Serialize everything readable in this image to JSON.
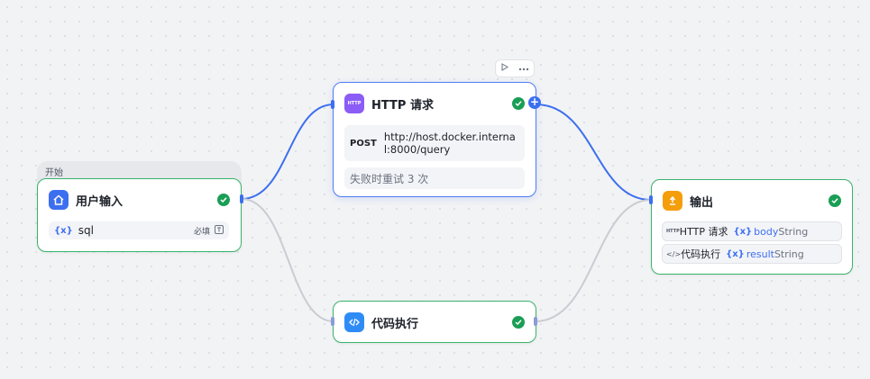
{
  "start_group": {
    "label": "开始"
  },
  "nodes": {
    "user_input": {
      "title": "用户输入",
      "var_icon": "{x}",
      "var_name": "sql",
      "required": "必填",
      "type_icon": "text-type-icon"
    },
    "http": {
      "title": "HTTP 请求",
      "icon_text": "HTTP",
      "method": "POST",
      "url": "http://host.docker.internal:8000/query",
      "retry": "失败时重试 3 次"
    },
    "code": {
      "title": "代码执行"
    },
    "output": {
      "title": "输出",
      "rows": [
        {
          "source_icon": "HTTP",
          "source": "HTTP 请求",
          "var_icon": "{x}",
          "var": "body",
          "type": "String"
        },
        {
          "source_icon": "</>",
          "source": "代码执行",
          "var_icon": "{x}",
          "var": "result",
          "type": "String"
        }
      ]
    }
  },
  "toolbar": {
    "run_icon": "play-icon",
    "more_icon": "more-icon"
  },
  "colors": {
    "success_border": "#39b36b",
    "selected_border": "#4d7cf5",
    "edge_active": "#3c6ff0",
    "edge_inactive": "#c9ccd2",
    "user_input_icon_bg": "#3c6ff0",
    "http_icon_bg": "#8b5cf6",
    "code_icon_bg": "#2f8cf7",
    "output_icon_bg": "#f59e0b"
  }
}
